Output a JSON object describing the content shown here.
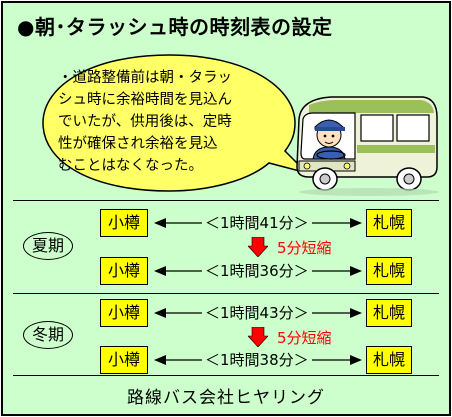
{
  "title": "●朝･タラッシュ時の時刻表の設定",
  "bubble": {
    "lines": [
      "・道路整備前は朝・タラッ",
      "シュ時に余裕時間を見込ん",
      "でいたが、供用後は、定時",
      "性が確保され余裕を見込",
      "むことはなくなった。"
    ]
  },
  "seasons": [
    {
      "name": "夏期",
      "rows": [
        {
          "from": "小樽",
          "time": "＜1時間41分＞",
          "to": "札幌"
        },
        {
          "from": "小樽",
          "time": "＜1時間36分＞",
          "to": "札幌"
        }
      ],
      "reduction": "5分短縮"
    },
    {
      "name": "冬期",
      "rows": [
        {
          "from": "小樽",
          "time": "＜1時間43分＞",
          "to": "札幌"
        },
        {
          "from": "小樽",
          "time": "＜1時間38分＞",
          "to": "札幌"
        }
      ],
      "reduction": "5分短縮"
    }
  ],
  "footer": "路線バス会社ヒヤリング",
  "colors": {
    "background": "#ccffcc",
    "bubble": "#ffff66",
    "station": "#ffff00",
    "down_arrow": "#ff0000",
    "reduction_text": "#ff0000"
  }
}
